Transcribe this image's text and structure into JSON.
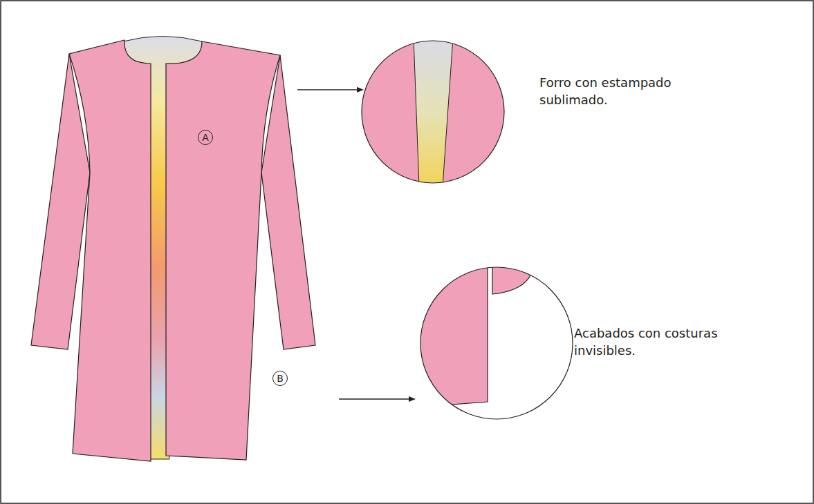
{
  "diagram": {
    "labels": [
      "Forro con estampado sublimado.",
      "Acabados con costuras invisibles.",
      "A",
      "B"
    ]
  }
}
